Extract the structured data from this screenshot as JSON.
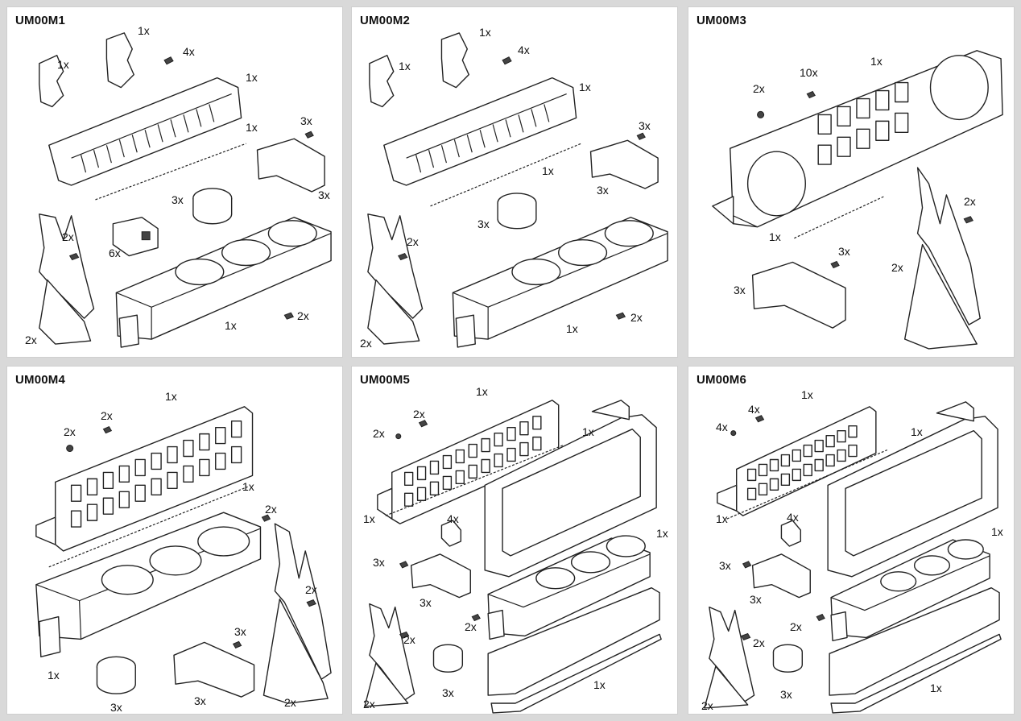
{
  "panels": [
    {
      "title": "UM00M1",
      "quantities": [
        "1x",
        "1x",
        "4x",
        "1x",
        "1x",
        "3x",
        "3x",
        "3x",
        "2x",
        "6x",
        "2x",
        "1x",
        "2x"
      ]
    },
    {
      "title": "UM00M2",
      "quantities": [
        "1x",
        "1x",
        "4x",
        "1x",
        "3x",
        "3x",
        "1x",
        "3x",
        "2x",
        "1x",
        "2x",
        "2x"
      ]
    },
    {
      "title": "UM00M3",
      "quantities": [
        "1x",
        "10x",
        "2x",
        "2x",
        "1x",
        "3x",
        "3x",
        "2x"
      ]
    },
    {
      "title": "UM00M4",
      "quantities": [
        "1x",
        "2x",
        "2x",
        "1x",
        "2x",
        "2x",
        "3x",
        "1x",
        "3x",
        "3x",
        "2x"
      ]
    },
    {
      "title": "UM00M5",
      "quantities": [
        "1x",
        "2x",
        "2x",
        "1x",
        "1x",
        "4x",
        "1x",
        "3x",
        "3x",
        "2x",
        "2x",
        "1x",
        "3x",
        "2x"
      ]
    },
    {
      "title": "UM00M6",
      "quantities": [
        "1x",
        "4x",
        "4x",
        "1x",
        "1x",
        "4x",
        "1x",
        "3x",
        "3x",
        "2x",
        "2x",
        "1x",
        "3x",
        "2x"
      ]
    }
  ]
}
